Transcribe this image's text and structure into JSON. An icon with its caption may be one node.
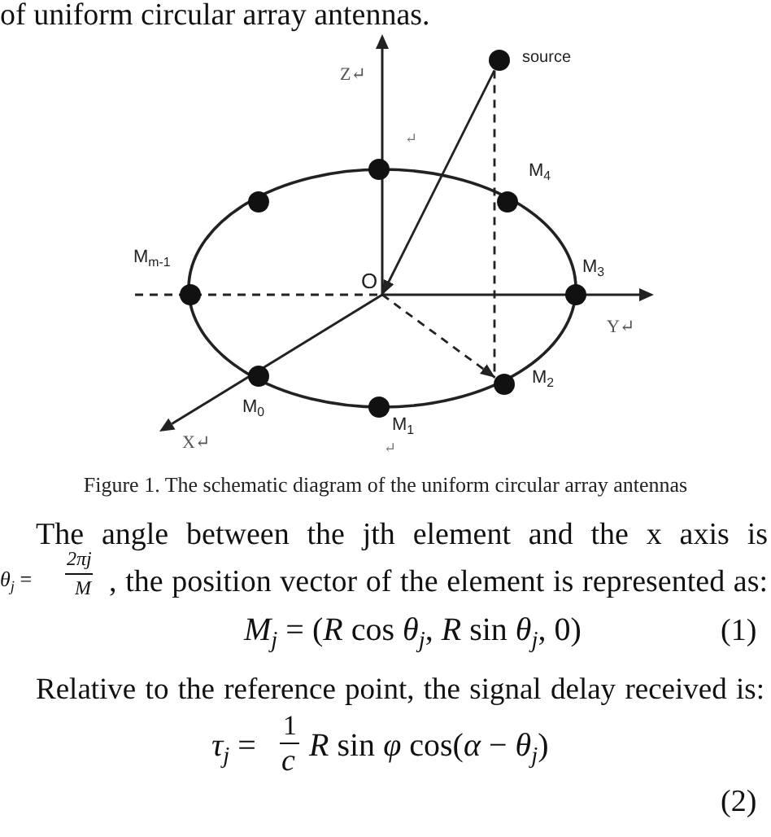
{
  "diagram": {
    "caption": "Figure 1. The schematic diagram of the uniform circular array antennas",
    "nodes": [
      {
        "text": [],
        "shape": "circle",
        "beside": [
          "source"
        ]
      },
      {
        "text": [],
        "shape": "circle"
      },
      {
        "text": [],
        "shape": "circle"
      },
      {
        "text": [],
        "shape": "circle",
        "beside": [
          "M$_{4}$"
        ]
      },
      {
        "text": [],
        "shape": "circle",
        "beside": [
          "M$_{m-1}$"
        ]
      },
      {
        "text": [
          "O"
        ]
      },
      {
        "text": [],
        "shape": "circle",
        "beside": [
          "M$_{3}$"
        ]
      },
      {
        "text": [],
        "shape": "circle",
        "beside": [
          "M$_{0}$"
        ]
      },
      {
        "text": [],
        "shape": "circle",
        "beside": [
          "M$_{2}$"
        ]
      },
      {
        "text": [],
        "shape": "circle",
        "beside": [
          "M$_{1}$"
        ]
      }
    ],
    "edges": [
      {
        "from": 0,
        "to": 5,
        "arrow": "to"
      },
      {
        "from": 5,
        "to": 8,
        "arrow": "to",
        "style": "dashed"
      },
      {
        "from": 0,
        "to": 8,
        "arrow": "none",
        "style": "dashed"
      }
    ],
    "labels": [
      "of uniform circular array antennas.",
      "Z↵",
      "↵",
      "Y↵",
      "X↵",
      "↵",
      "The angle between the jth element and the x axis is",
      "*θ*$_{j}$ =",
      "2πj",
      "M",
      ", the position vector of the element is represented as:",
      "*M*$_{j}$ = (*R* cos *θ*$_{j}$, *R* sin *θ*$_{j}$, 0)",
      "(1)",
      "Relative to the reference point, the signal delay received is:",
      "*τ*$_{j}$ =",
      "1",
      "c",
      "*R* sin *φ* cos(*α* − *θ*$_{j}$)",
      "(2)"
    ]
  }
}
